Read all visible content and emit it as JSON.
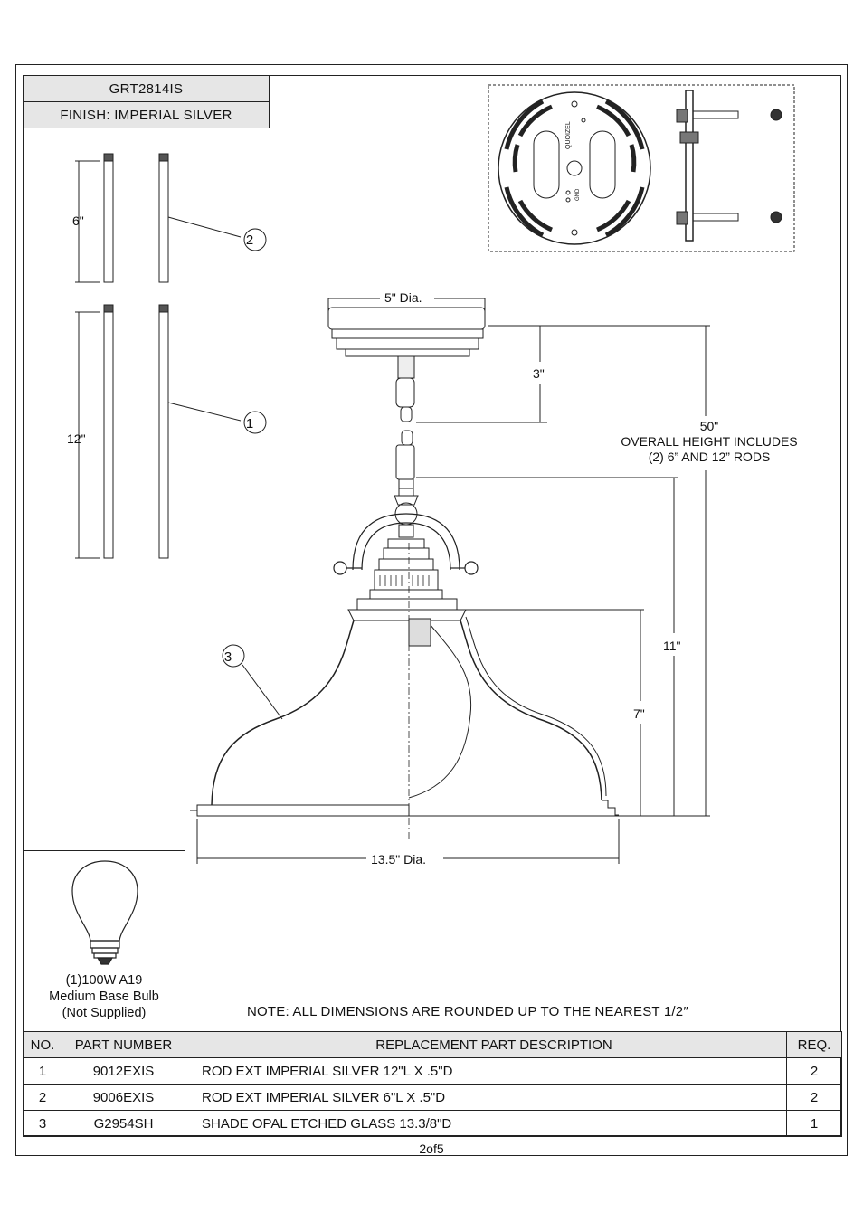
{
  "header": {
    "model": "GRT2814IS",
    "finish": "FINISH: IMPERIAL SILVER"
  },
  "dimensions": {
    "canopy": "5\" Dia.",
    "canopy_drop": "3\"",
    "rod_short": "6\"",
    "rod_long": "12\"",
    "overall_height": "50\"",
    "overall_note_1": "OVERALL HEIGHT INCLUDES",
    "overall_note_2": "(2) 6” AND 12” RODS",
    "fixture_height": "11\"",
    "shade_height": "7\"",
    "shade_dia": "13.5\" Dia."
  },
  "callouts": [
    "1",
    "2",
    "3"
  ],
  "bulb": {
    "line1": "(1)100W A19",
    "line2": "Medium Base Bulb",
    "line3": "(Not Supplied)"
  },
  "note": "NOTE:  ALL DIMENSIONS ARE ROUNDED UP TO THE NEAREST  1/2″",
  "table": {
    "headers": {
      "no": "NO.",
      "part": "PART NUMBER",
      "desc": "REPLACEMENT PART DESCRIPTION",
      "req": "REQ."
    },
    "rows": [
      {
        "no": "1",
        "part": "9012EXIS",
        "desc": "ROD EXT IMPERIAL SILVER 12\"L X .5\"D",
        "req": "2"
      },
      {
        "no": "2",
        "part": "9006EXIS",
        "desc": "ROD EXT IMPERIAL SILVER 6\"L X .5\"D",
        "req": "2"
      },
      {
        "no": "3",
        "part": "G2954SH",
        "desc": "SHADE OPAL ETCHED GLASS 13.3/8\"D",
        "req": "1"
      }
    ]
  },
  "bracket": {
    "brand": "QUOIZEL",
    "marks": "GND"
  },
  "page": "2of5"
}
